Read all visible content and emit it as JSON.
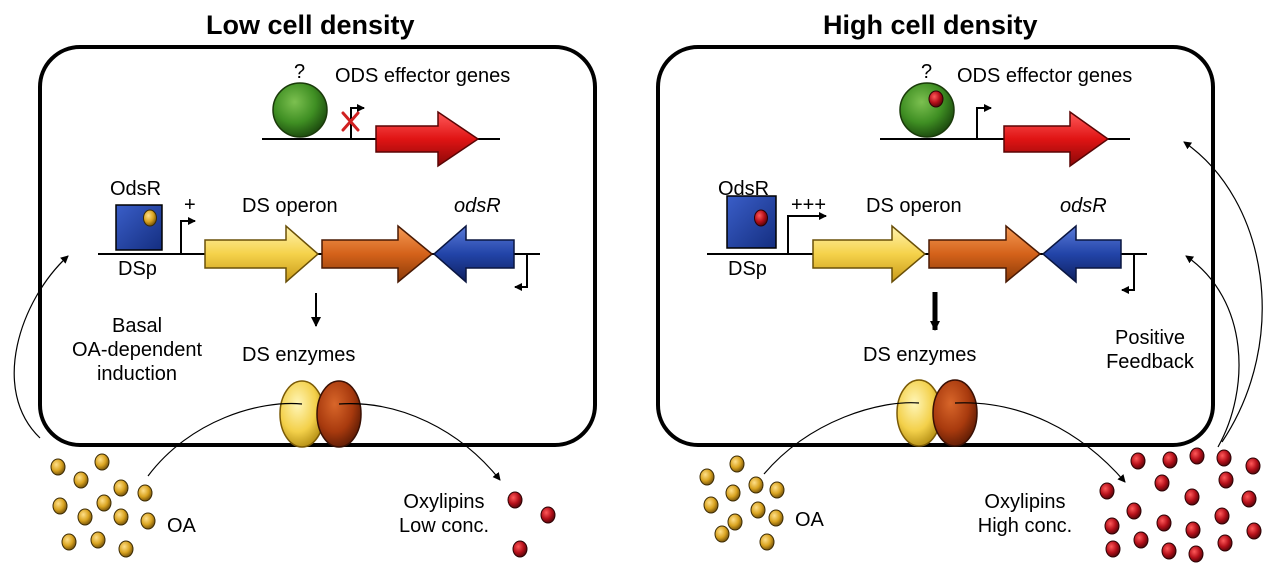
{
  "left": {
    "title": "Low cell density",
    "question_mark": "?",
    "effector_label": "ODS effector genes",
    "odsr_label": "OdsR",
    "plus_label": "+",
    "ds_operon_label": "DS operon",
    "odsr_gene_label": "odsR",
    "dsp_label": "DSp",
    "basal_line1": "Basal",
    "basal_line2": "OA-dependent",
    "basal_line3": "induction",
    "enzymes_label": "DS enzymes",
    "oa_label": "OA",
    "oxylipins_line1": "Oxylipins",
    "oxylipins_line2": "Low conc."
  },
  "right": {
    "title": "High cell density",
    "question_mark": "?",
    "effector_label": "ODS effector genes",
    "odsr_label": "OdsR",
    "plus_label": "+++",
    "ds_operon_label": "DS operon",
    "odsr_gene_label": "odsR",
    "dsp_label": "DSp",
    "feedback_line1": "Positive",
    "feedback_line2": "Feedback",
    "enzymes_label": "DS enzymes",
    "oa_label": "OA",
    "oxylipins_line1": "Oxylipins",
    "oxylipins_line2": "High conc."
  },
  "colors": {
    "regulator_green": "#3f8f23",
    "effector_red": "#d81010",
    "odsr_blue": "#1f3fa0",
    "oa_gold": "#d9a320",
    "oxylipin_red": "#b5101a",
    "gene_yellow": "#f5d24a",
    "gene_orange": "#d4621a",
    "gene_blue": "#2244a8",
    "repression_x": "#d02020"
  }
}
